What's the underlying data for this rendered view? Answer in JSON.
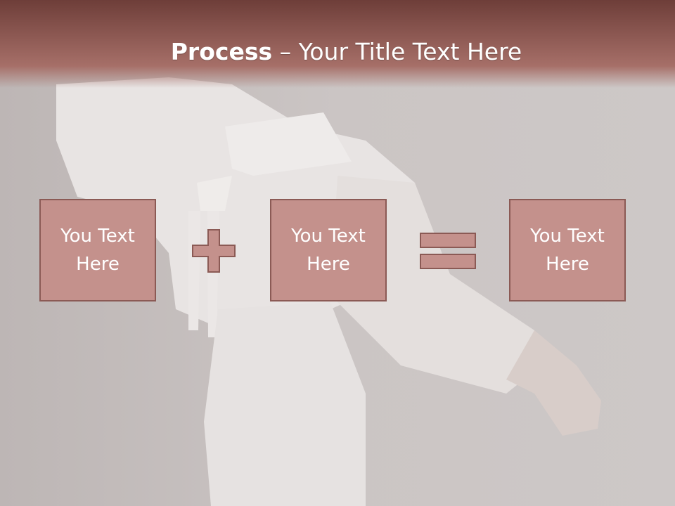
{
  "slide": {
    "title_bold": "Process",
    "title_rest": " – Your Title Text Here",
    "boxes": [
      {
        "label": "You Text Here"
      },
      {
        "label": "You Text Here"
      },
      {
        "label": "You Text Here"
      }
    ],
    "operators": [
      "plus-icon",
      "equals-icon"
    ],
    "colors": {
      "header": "#8c5852",
      "box_fill": "#c4918c",
      "box_border": "#8b5a55",
      "text": "#ffffff",
      "background": "#c9c3c1"
    }
  }
}
